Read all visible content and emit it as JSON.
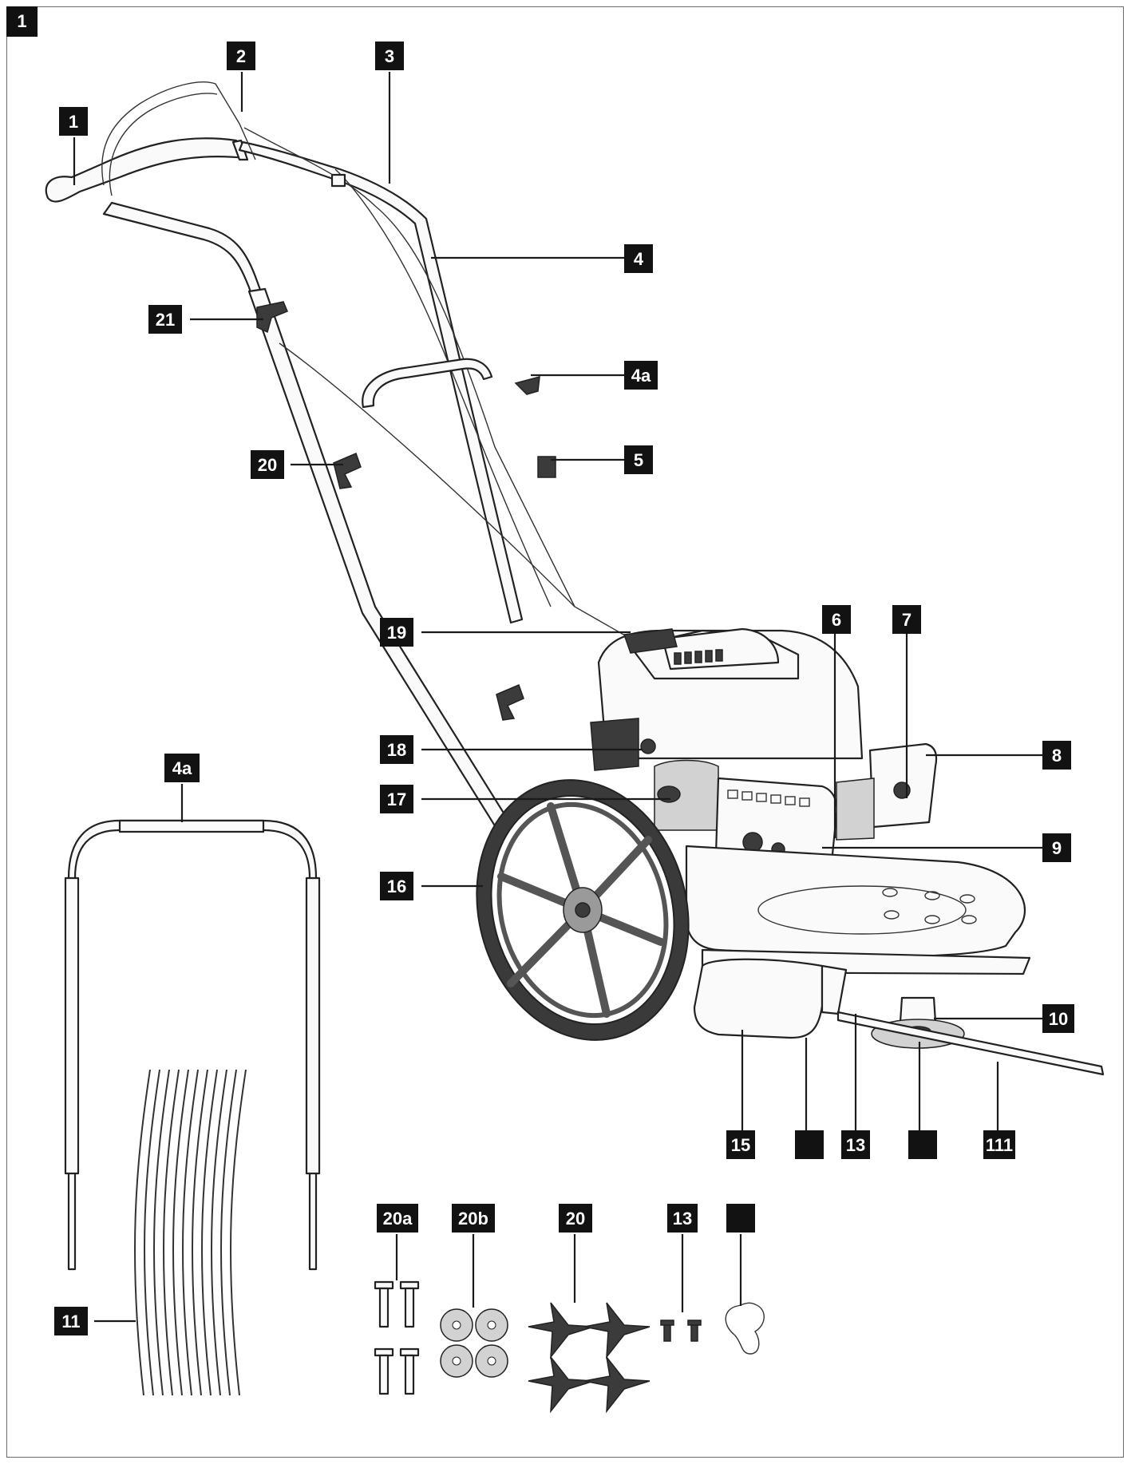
{
  "figure_number": "1",
  "labels": [
    {
      "id": "l1",
      "text": "1"
    },
    {
      "id": "l2",
      "text": "2"
    },
    {
      "id": "l3",
      "text": "3"
    },
    {
      "id": "l4",
      "text": "4"
    },
    {
      "id": "l4a",
      "text": "4a"
    },
    {
      "id": "l5",
      "text": "5"
    },
    {
      "id": "l6",
      "text": "6"
    },
    {
      "id": "l7",
      "text": "7"
    },
    {
      "id": "l8",
      "text": "8"
    },
    {
      "id": "l9",
      "text": "9"
    },
    {
      "id": "l10",
      "text": "10"
    },
    {
      "id": "l111",
      "text": "111"
    },
    {
      "id": "lblank1",
      "text": ""
    },
    {
      "id": "l13",
      "text": "13"
    },
    {
      "id": "lblank2",
      "text": ""
    },
    {
      "id": "l15",
      "text": "15"
    },
    {
      "id": "l16",
      "text": "16"
    },
    {
      "id": "l17",
      "text": "17"
    },
    {
      "id": "l18",
      "text": "18"
    },
    {
      "id": "l19",
      "text": "19"
    },
    {
      "id": "l20",
      "text": "20"
    },
    {
      "id": "l21",
      "text": "21"
    },
    {
      "id": "l4a_detail",
      "text": "4a"
    },
    {
      "id": "l11_detail",
      "text": "11"
    },
    {
      "id": "l20a",
      "text": "20a"
    },
    {
      "id": "l20b",
      "text": "20b"
    },
    {
      "id": "l20_parts",
      "text": "20"
    },
    {
      "id": "l13_parts",
      "text": "13"
    },
    {
      "id": "lblank3",
      "text": ""
    }
  ]
}
